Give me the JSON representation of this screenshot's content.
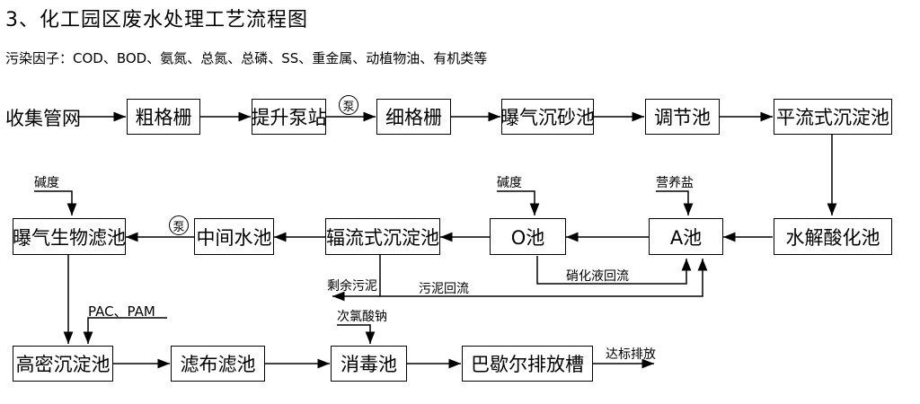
{
  "title": "3、化工园区废水处理工艺流程图",
  "pollutants": "污染因子：COD、BOD、氨氮、总氮、总磷、SS、重金属、动植物油、有机类等",
  "nodes": {
    "source": "收集管网",
    "coarse_screen": "粗格栅",
    "lift_pump": "提升泵站",
    "fine_screen": "细格栅",
    "aerated_grit": "曝气沉砂池",
    "equalization": "调节池",
    "horizontal_settling": "平流式沉淀池",
    "hydrolysis": "水解酸化池",
    "a_tank": "A池",
    "o_tank": "O池",
    "radial_settling": "辐流式沉淀池",
    "intermediate": "中间水池",
    "baf": "曝气生物滤池",
    "high_density": "高密沉淀池",
    "cloth_filter": "滤布滤池",
    "disinfection": "消毒池",
    "parshall": "巴歇尔排放槽"
  },
  "labels": {
    "pump": "泵",
    "alkalinity_baf": "碱度",
    "alkalinity_o": "碱度",
    "nutrient": "营养盐",
    "nitrate_return": "硝化液回流",
    "excess_sludge": "剩余污泥",
    "sludge_return": "污泥回流",
    "pac_pam": "PAC、PAM",
    "hypochlorite": "次氯酸钠",
    "discharge": "达标排放"
  }
}
